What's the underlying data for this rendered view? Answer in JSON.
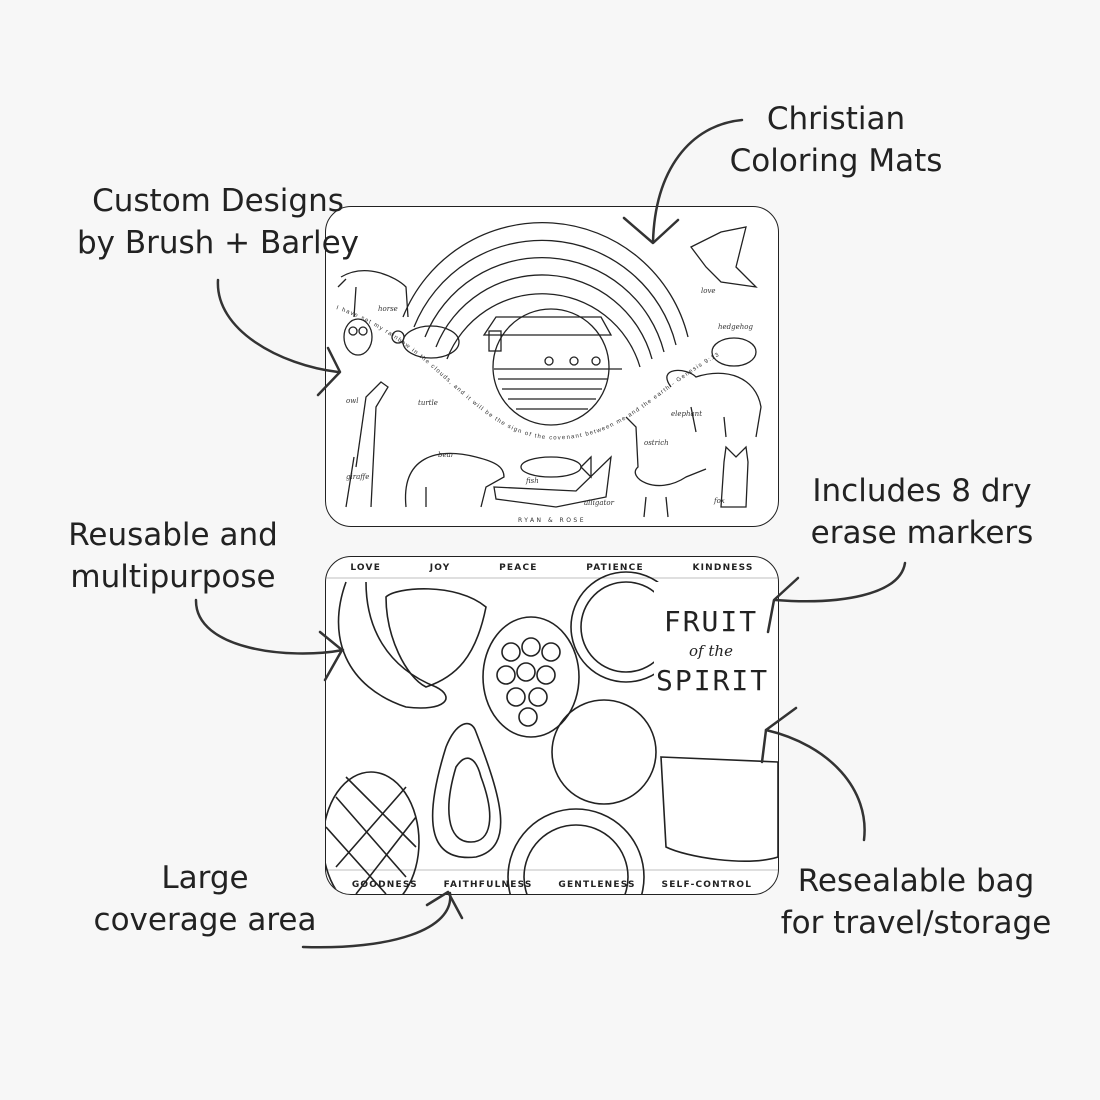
{
  "callouts": {
    "christian": [
      "Christian",
      "Coloring Mats"
    ],
    "custom": [
      "Custom Designs",
      "by Brush + Barley"
    ],
    "markers": [
      "Includes 8 dry",
      "erase markers"
    ],
    "reusable": [
      "Reusable and",
      "multipurpose"
    ],
    "coverage": [
      "Large",
      "coverage area"
    ],
    "bag": [
      "Resealable bag",
      "for travel/storage"
    ]
  },
  "mat_top": {
    "verse": "I have set my rainbow in the clouds, and it will be the sign of the covenant between me and the earth - Genesis 9:13",
    "brand": "RYAN & ROSE",
    "animals": [
      "horse",
      "owl",
      "turtle",
      "giraffe",
      "bear",
      "fish",
      "alligator",
      "ostrich",
      "elephant",
      "hedgehog",
      "fox",
      "love"
    ]
  },
  "mat_bottom": {
    "top_virtues": [
      "LOVE",
      "JOY",
      "PEACE",
      "PATIENCE",
      "KINDNESS"
    ],
    "bottom_virtues": [
      "GOODNESS",
      "FAITHFULNESS",
      "GENTLENESS",
      "SELF-CONTROL"
    ],
    "title": [
      "FRUIT",
      "of the",
      "SPIRIT"
    ]
  },
  "colors": {
    "background": "#f7f7f7",
    "ink": "#222222",
    "mat": "#ffffff"
  }
}
